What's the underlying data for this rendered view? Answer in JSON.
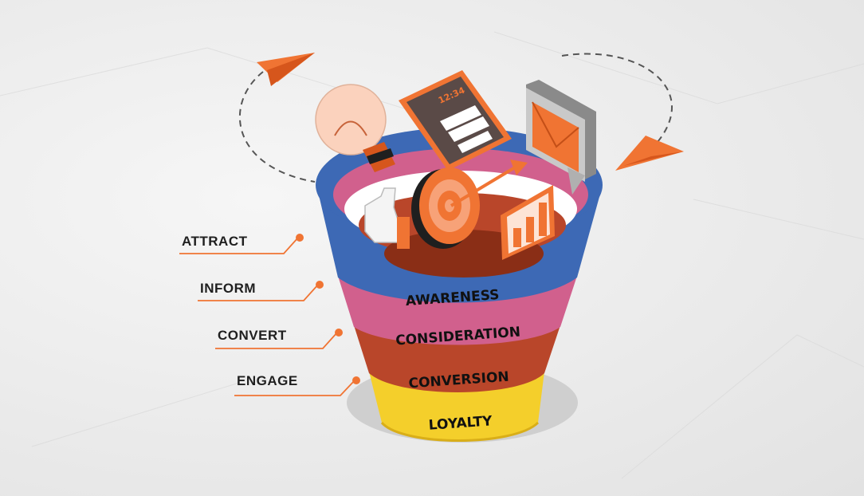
{
  "side_labels": [
    "ATTRACT",
    "INFORM",
    "CONVERT",
    "ENGAGE"
  ],
  "funnel_bands": [
    "AWARENESS",
    "CONSIDERATION",
    "CONVERSION",
    "LOYALTY"
  ],
  "phone_time": "12:34",
  "colors": {
    "awareness": "#3d69b5",
    "consideration": "#d1608d",
    "conversion": "#b9462a",
    "loyalty": "#f4cf2b",
    "accent": "#f07433"
  },
  "icons": [
    "light-bulb-icon",
    "smartphone-icon",
    "envelope-icon",
    "target-icon",
    "thumbs-up-icon",
    "bar-chart-icon",
    "paper-plane-icon"
  ]
}
